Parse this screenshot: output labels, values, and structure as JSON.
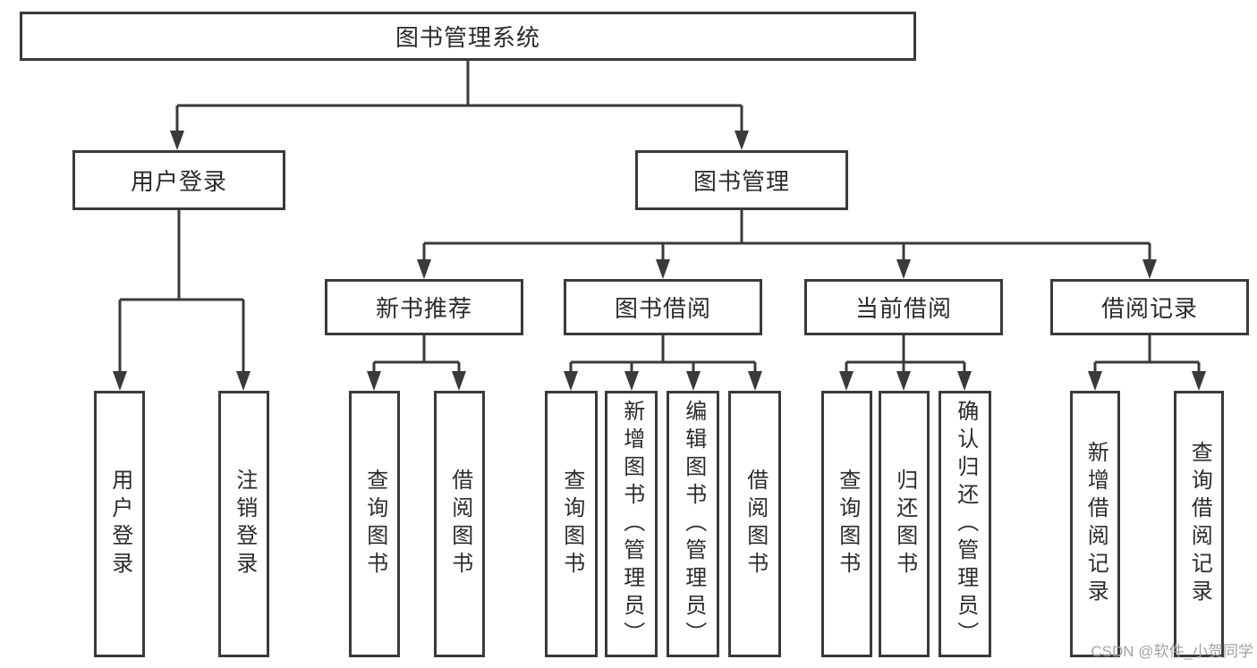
{
  "tree": {
    "root": "图书管理系统",
    "children": [
      {
        "label": "用户登录",
        "children": [
          "用户登录",
          "注销登录"
        ]
      },
      {
        "label": "图书管理",
        "children": [
          {
            "label": "新书推荐",
            "children": [
              "查询图书",
              "借阅图书"
            ]
          },
          {
            "label": "图书借阅",
            "children": [
              "查询图书",
              "新增图书（管理员）",
              "编辑图书（管理员）",
              "借阅图书"
            ]
          },
          {
            "label": "当前借阅",
            "children": [
              "查询图书",
              "归还图书",
              "确认归还（管理员）"
            ]
          },
          {
            "label": "借阅记录",
            "children": [
              "新增借阅记录",
              "查询借阅记录"
            ]
          }
        ]
      }
    ]
  },
  "colors": {
    "line": "#3a3a3a",
    "text": "#2b2b2b",
    "watermark": "#a2a2a6",
    "background": "#ffffff"
  },
  "watermark": "CSDN @软件_小贺同学"
}
